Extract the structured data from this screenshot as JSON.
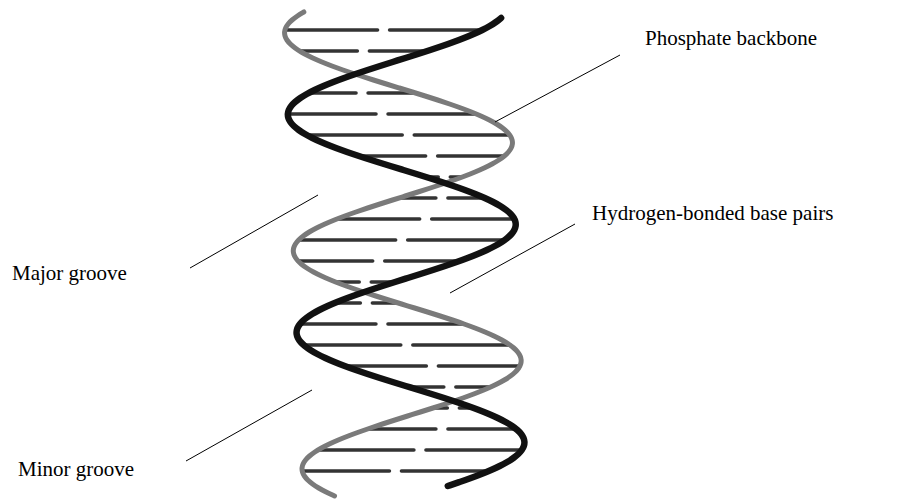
{
  "diagram": {
    "labels": [
      "Phosphate backbone",
      "Major groove",
      "Hydrogen-bonded base pairs",
      "Minor groove"
    ]
  }
}
